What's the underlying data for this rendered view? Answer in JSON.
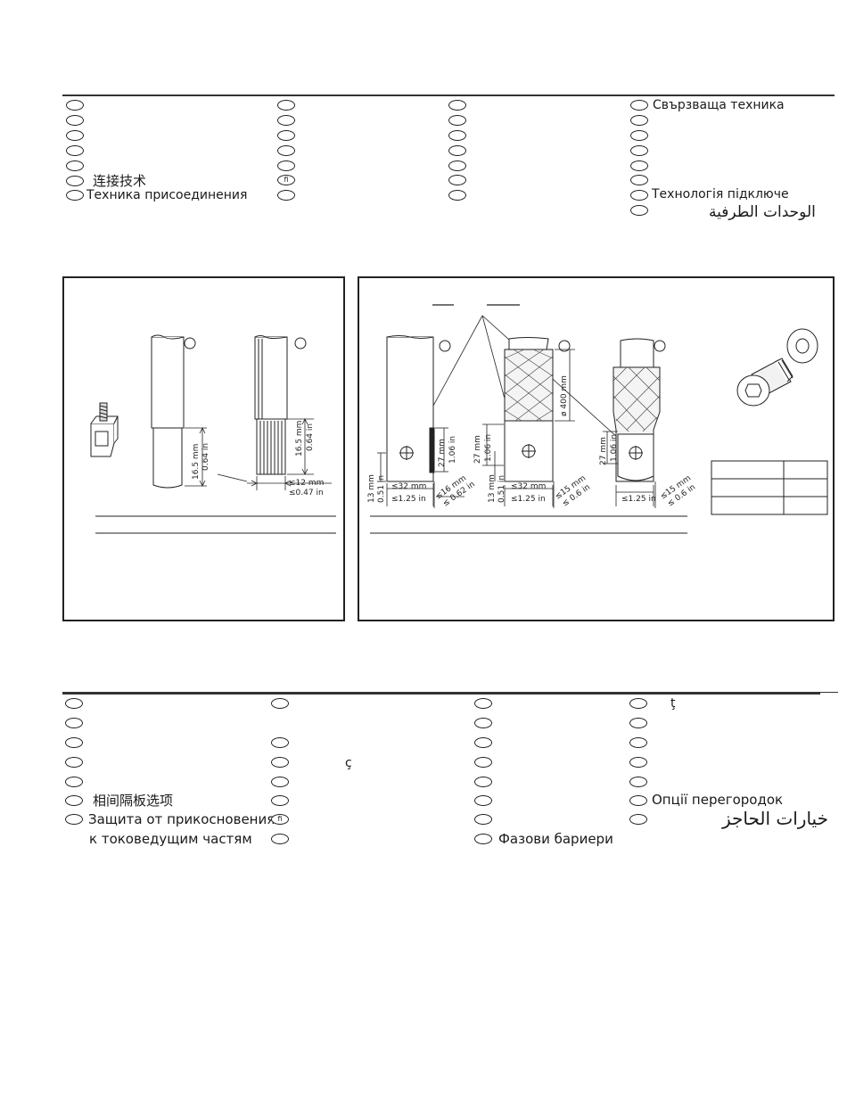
{
  "section1": {
    "col4_row1": "Свързваща техника",
    "col1_zh": "连接技术",
    "col1_ru": "Техника присоединения",
    "col2_fi": "fi",
    "col4_uk": "Технологія підключе",
    "col4_ar": "الوحدات الطرفية"
  },
  "diagram_left": {
    "dim1_mm": "16.5 mm",
    "dim1_in": "0.64 in",
    "dim2_mm": "16.5 mm",
    "dim2_in": "0.64 in",
    "dim3_mm": "≤12 mm",
    "dim3_in": "≤0.47 in"
  },
  "diagram_right": {
    "a_27mm": "27 mm",
    "a_106in": "1.06 in",
    "a_13mm": "13 mm",
    "a_051in": "0.51 in",
    "a_32mm": "≤32 mm",
    "a_125in": "≤1.25 in",
    "a_16mm": "≤16 mm",
    "a_062in": "≤ 0.62 in",
    "b_400mm": "ø 400 mm",
    "b_27mm": "27 mm",
    "b_106in": "1.06 in",
    "b_13mm": "13 mm",
    "b_051in": "0.51 in",
    "b_32mm": "≤32 mm",
    "b_125in": "≤1.25 in",
    "b_15mm": "≤15 mm",
    "b_06in": "≤ 0.6 in",
    "c_27mm": "27 mm",
    "c_106in": "1.06 in",
    "c_125in": "≤1.25 in",
    "c_15mm": "≤15 mm",
    "c_06in": "≤ 0.6 in"
  },
  "section2": {
    "col4_row1": "ţ",
    "col2_row4": "ç",
    "col1_zh": "相间隔板选项",
    "col1_ru1": "Защита от прикосновения",
    "col1_ru2": "к токоведущим частям",
    "col2_fi": "fi",
    "col3_bg": "Фазови бариери",
    "col4_uk": "Опції перегородок",
    "col4_ar": "خيارات الحاجز"
  }
}
